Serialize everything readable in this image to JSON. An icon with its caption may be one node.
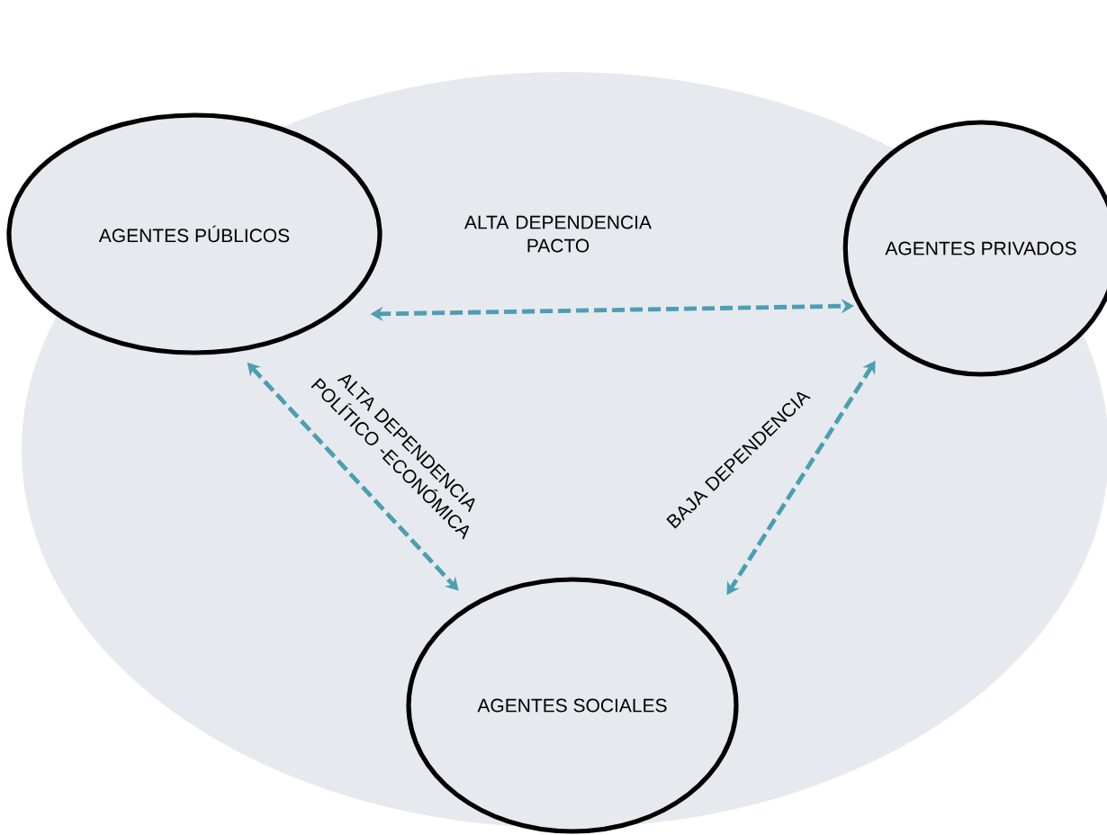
{
  "diagram": {
    "nodes": [
      {
        "text": [
          "AGENTES PÚBLICOS"
        ]
      },
      {
        "text": [
          "AGENTES PRIVADOS"
        ]
      },
      {
        "text": [
          "AGENTES SOCIALES"
        ]
      }
    ],
    "edges": [
      {
        "from": 0,
        "to": 1,
        "arrow": "both",
        "style": "dashed",
        "label": "ALTA DEPENDENCIA PACTO"
      },
      {
        "from": 0,
        "to": 2,
        "arrow": "both",
        "style": "dashed",
        "label": "ALTA DEPENDENCIA POLÍTICO -ECONÓMICA"
      },
      {
        "from": 1,
        "to": 2,
        "arrow": "both",
        "style": "dashed",
        "label": "BAJA DEPENDENCIA"
      }
    ]
  }
}
